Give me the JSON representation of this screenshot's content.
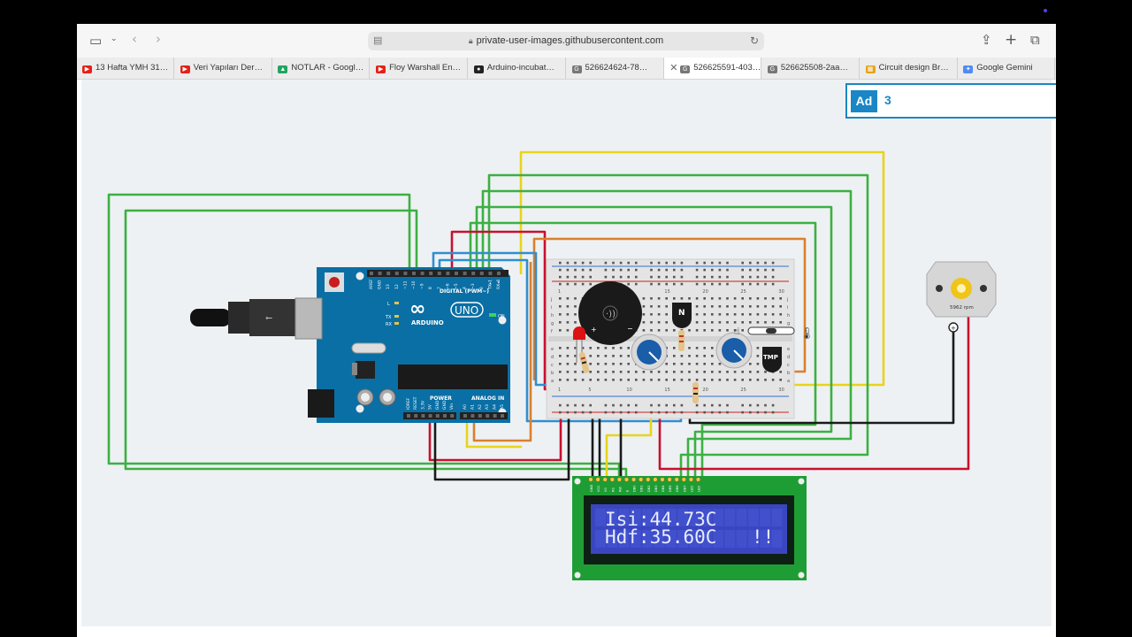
{
  "browser": {
    "url": "private-user-images.githubusercontent.com"
  },
  "tabs": [
    {
      "title": "13 Hafta YMH 31…",
      "icon": "youtube-icon",
      "color": "#e62117"
    },
    {
      "title": "Veri Yapıları Der…",
      "icon": "youtube-icon",
      "color": "#e62117"
    },
    {
      "title": "NOTLAR - Googl…",
      "icon": "google-drive-icon",
      "color": "#1fa463"
    },
    {
      "title": "Floy Warshall En…",
      "icon": "youtube-icon",
      "color": "#e62117"
    },
    {
      "title": "Arduino-incubat…",
      "icon": "github-icon",
      "color": "#222222"
    },
    {
      "title": "526624624-78…",
      "icon": "g-icon",
      "color": "#777777"
    },
    {
      "title": "526625591-403…",
      "icon": "g-icon",
      "color": "#777777",
      "active": true
    },
    {
      "title": "526625508-2aa…",
      "icon": "g-icon",
      "color": "#777777"
    },
    {
      "title": "Circuit design Br…",
      "icon": "tinkercad-icon",
      "color": "#e8a317"
    },
    {
      "title": "Google Gemini",
      "icon": "gemini-icon",
      "color": "#4e8cf5"
    }
  ],
  "ad_box": {
    "label": "Ad",
    "value": "3"
  },
  "arduino": {
    "logo": "ARDUINO",
    "model": "UNO",
    "digital_label": "DIGITAL (PWM~)",
    "power_label": "POWER",
    "analog_label": "ANALOG IN",
    "on_label": "ON",
    "tx_label": "TX",
    "rx_label": "RX",
    "l_label": "L",
    "digital_pins": [
      "AREF",
      "GND",
      "13",
      "12",
      "~11",
      "~10",
      "~9",
      "8",
      "7",
      "~6",
      "~5",
      "4",
      "~3",
      "2",
      "TX▸1",
      "RX◂0"
    ],
    "power_pins": [
      "IOREF",
      "RESET",
      "3.3V",
      "5V",
      "GND",
      "GND",
      "Vin"
    ],
    "analog_pins": [
      "A0",
      "A1",
      "A2",
      "A3",
      "A4",
      "A5"
    ]
  },
  "breadboard": {
    "col_numbers": [
      "1",
      "5",
      "10",
      "15",
      "20",
      "25",
      "30"
    ],
    "row_letters": [
      "j",
      "i",
      "h",
      "g",
      "f",
      "e",
      "d",
      "c",
      "b",
      "a"
    ]
  },
  "components": {
    "transistor_label": "N",
    "temp_sensor_label": "TMP",
    "motor_rpm": "5962 rpm"
  },
  "lcd": {
    "line1": "Isi:44.73C",
    "line2": "Hdf:35.60C",
    "line2_tail": "!!",
    "pin_labels": [
      "GND",
      "VCC",
      "V0",
      "RS",
      "RW",
      "E",
      "DB0",
      "DB1",
      "DB2",
      "DB3",
      "DB4",
      "DB5",
      "DB6",
      "DB7",
      "LED",
      "LED"
    ]
  },
  "colors": {
    "wire_green": "#3cb043",
    "wire_red": "#c8102e",
    "wire_yellow": "#e8d41c",
    "wire_blue": "#2f8fd0",
    "wire_black": "#1a1a1a",
    "wire_orange": "#d9802e",
    "arduino_blue": "#0a6fa5",
    "lcd_screen": "#3a46c0",
    "lcd_pcb": "#1f9d35"
  }
}
